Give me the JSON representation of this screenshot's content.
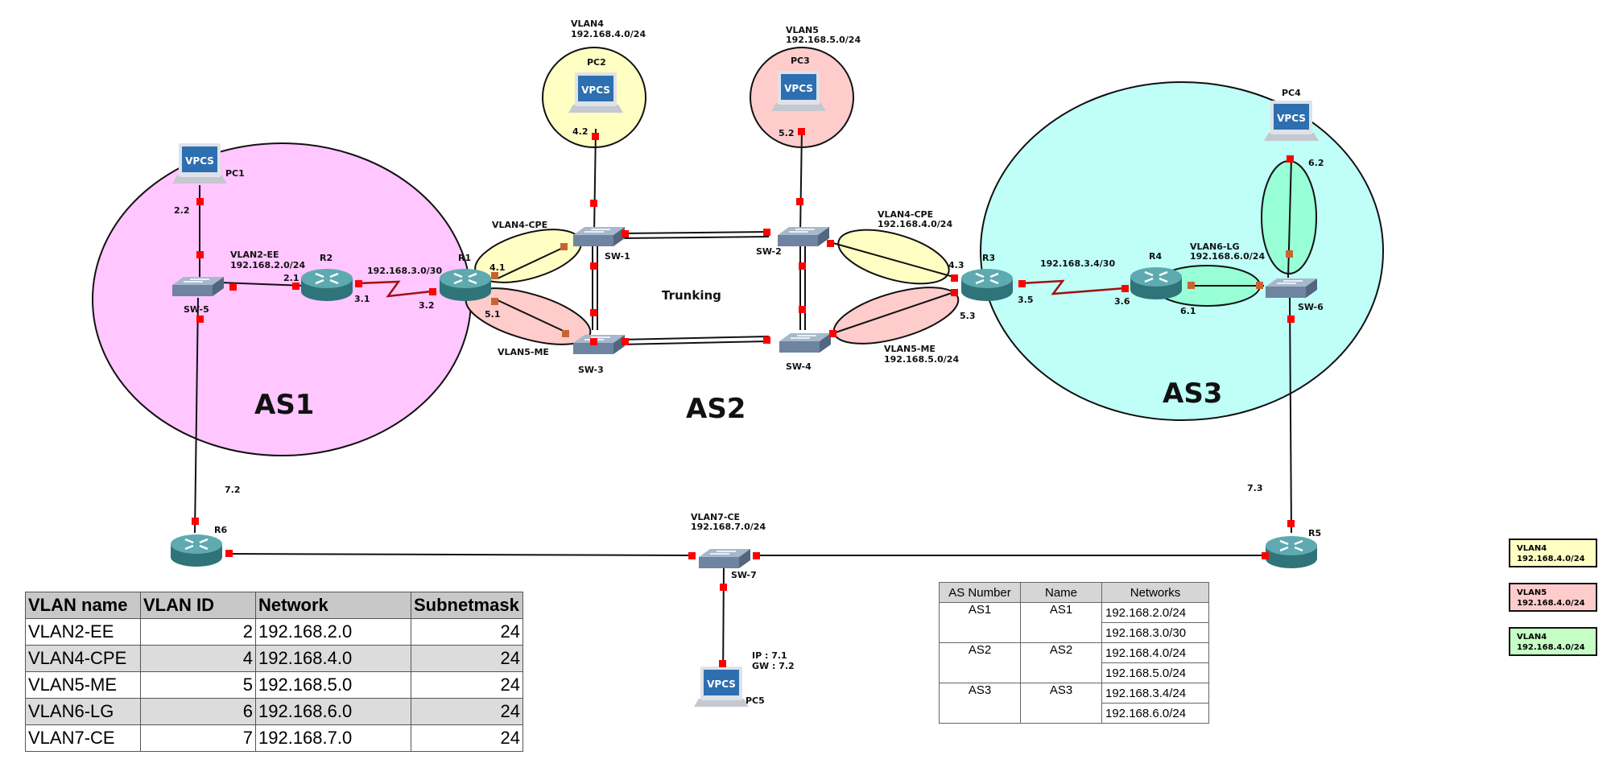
{
  "devices": {
    "pc1": "PC1",
    "pc2": "PC2",
    "pc3": "PC3",
    "pc4": "PC4",
    "pc5": "PC5",
    "r1": "R1",
    "r2": "R2",
    "r3": "R3",
    "r4": "R4",
    "r5": "R5",
    "r6": "R6",
    "sw1": "SW-1",
    "sw2": "SW-2",
    "sw3": "SW-3",
    "sw4": "SW-4",
    "sw5": "SW-5",
    "sw6": "SW-6",
    "sw7": "SW-7",
    "vpcs": "VPCS"
  },
  "zones": {
    "as1": "AS1",
    "as2": "AS2",
    "as3": "AS3",
    "trunking": "Trunking"
  },
  "links": {
    "vlan2_name": "VLAN2-EE",
    "vlan2_net": "192.168.2.0/24",
    "r2_r1_net": "192.168.3.0/30",
    "r3_r4_net": "192.168.3.4/30",
    "vlan4_left": "VLAN4-CPE",
    "vlan5_left": "VLAN5-ME",
    "vlan4_right_name": "VLAN4-CPE",
    "vlan4_right_net": "192.168.4.0/24",
    "vlan5_right_name": "VLAN5-ME",
    "vlan5_right_net": "192.168.5.0/24",
    "vlan4_top_name": "VLAN4",
    "vlan4_top_net": "192.168.4.0/24",
    "vlan5_top_name": "VLAN5",
    "vlan5_top_net": "192.168.5.0/24",
    "vlan6_name": "VLAN6-LG",
    "vlan6_net": "192.168.6.0/24",
    "vlan7_name": "VLAN7-CE",
    "vlan7_net": "192.168.7.0/24",
    "pc5_ip": "IP : 7.1",
    "pc5_gw": "GW : 7.2"
  },
  "ips": {
    "pc1": "2.2",
    "r2_left": "2.1",
    "r2_right": "3.1",
    "r1_left": "3.2",
    "r1_v4": "4.1",
    "r1_v5": "5.1",
    "pc2": "4.2",
    "pc3": "5.2",
    "r3_v4": "4.3",
    "r3_v5": "5.3",
    "r3_right": "3.5",
    "r4_left": "3.6",
    "r4_v6": "6.1",
    "pc4": "6.2",
    "r6": "7.2",
    "r5": "7.3"
  },
  "vlan_table": {
    "headers": [
      "VLAN name",
      "VLAN ID",
      "Network",
      "Subnetmask"
    ],
    "rows": [
      [
        "VLAN2-EE",
        "2",
        "192.168.2.0",
        "24"
      ],
      [
        "VLAN4-CPE",
        "4",
        "192.168.4.0",
        "24"
      ],
      [
        "VLAN5-ME",
        "5",
        "192.168.5.0",
        "24"
      ],
      [
        "VLAN6-LG",
        "6",
        "192.168.6.0",
        "24"
      ],
      [
        "VLAN7-CE",
        "7",
        "192.168.7.0",
        "24"
      ]
    ]
  },
  "as_table": {
    "headers": [
      "AS Number",
      "Name",
      "Networks"
    ],
    "groups": [
      {
        "number": "AS1",
        "name": "AS1",
        "networks": [
          "192.168.2.0/24",
          "192.168.3.0/30"
        ]
      },
      {
        "number": "AS2",
        "name": "AS2",
        "networks": [
          "192.168.4.0/24",
          "192.168.5.0/24"
        ]
      },
      {
        "number": "AS3",
        "name": "AS3",
        "networks": [
          "192.168.3.4/24",
          "192.168.6.0/24"
        ]
      }
    ]
  },
  "legend": [
    {
      "name": "VLAN4",
      "net": "192.168.4.0/24",
      "color": "#ffffc4"
    },
    {
      "name": "VLAN5",
      "net": "192.168.4.0/24",
      "color": "#ffcccc"
    },
    {
      "name": "VLAN4",
      "net": "192.168.4.0/24",
      "color": "#c6ffc6"
    }
  ],
  "colors": {
    "as1": "#ffc6ff",
    "as3": "#bffff7",
    "vlan4": "#ffffc4",
    "vlan5": "#ffcccc",
    "vlan6": "#99ffd6",
    "port": "#ff0000",
    "serial": "#a01010",
    "router": "#4a9aa0",
    "switch": "#7f93aa"
  }
}
